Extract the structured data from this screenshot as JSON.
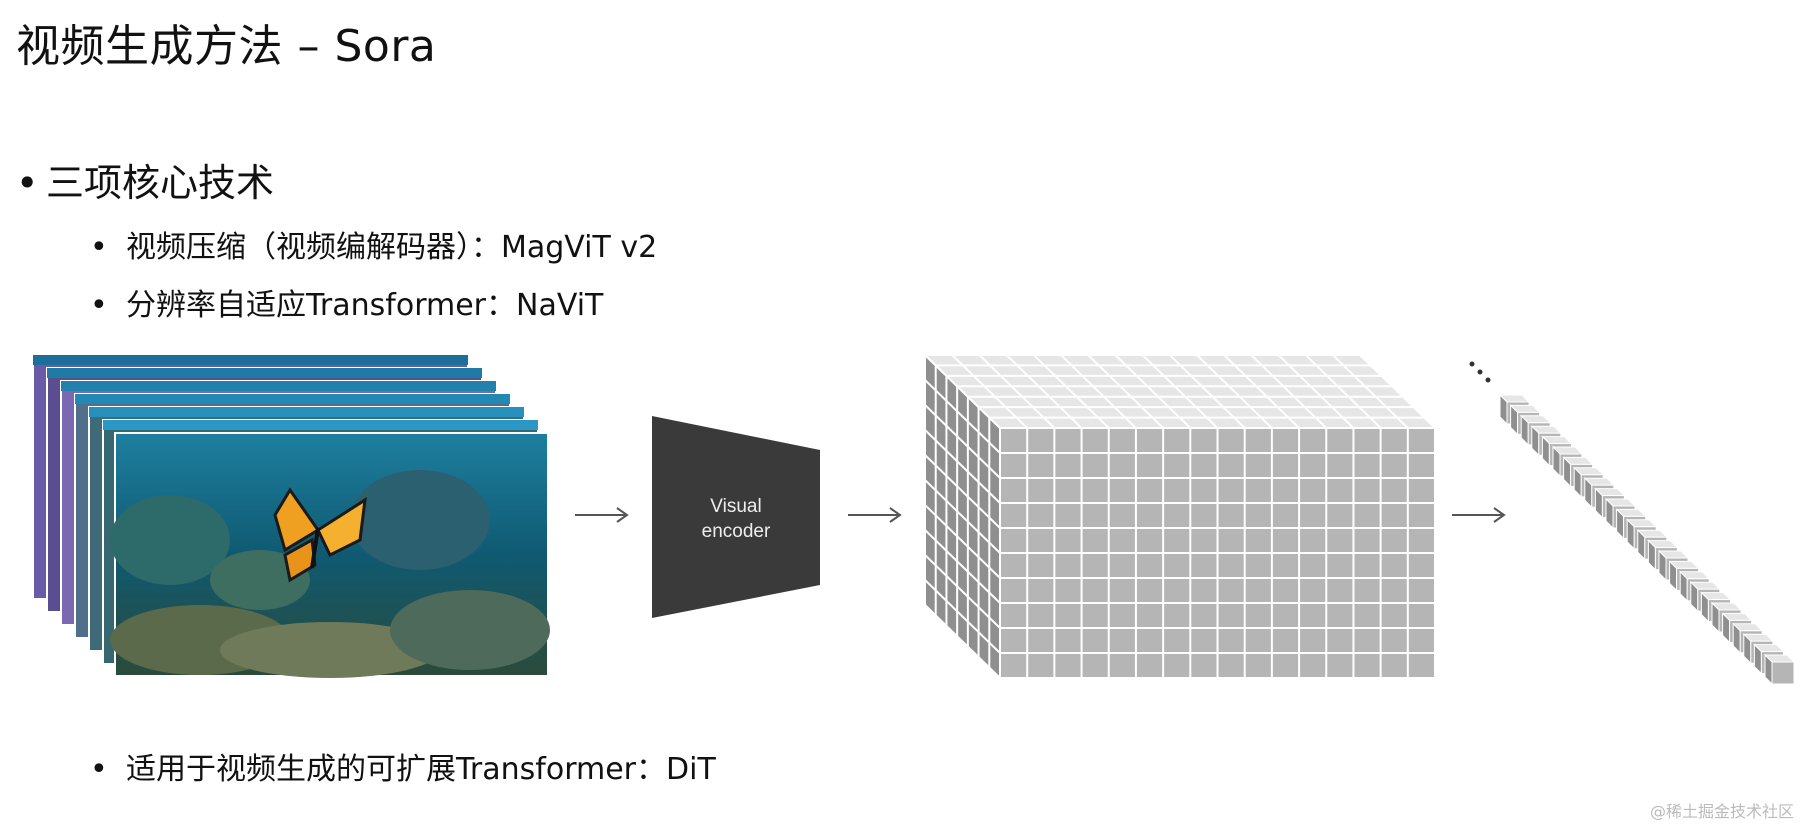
{
  "slide": {
    "title": "视频生成方法 – Sora",
    "bullet_main": "三项核心技术",
    "bullets": [
      "视频压缩（视频编解码器）：MagViT v2",
      "分辨率自适应Transformer：NaViT",
      "适用于视频生成的可扩展Transformer：DiT"
    ],
    "watermark": "@稀土掘金技术社区"
  },
  "figure": {
    "encoder_label_line1": "Visual",
    "encoder_label_line2": "encoder",
    "colors": {
      "encoder": "#3a3a3a",
      "cube_front": "#b5b5b5",
      "cube_top": "#e6e6e6",
      "cube_side": "#8f8f8f",
      "water": "#0f5a72",
      "butterfly": "#f0a020"
    }
  }
}
